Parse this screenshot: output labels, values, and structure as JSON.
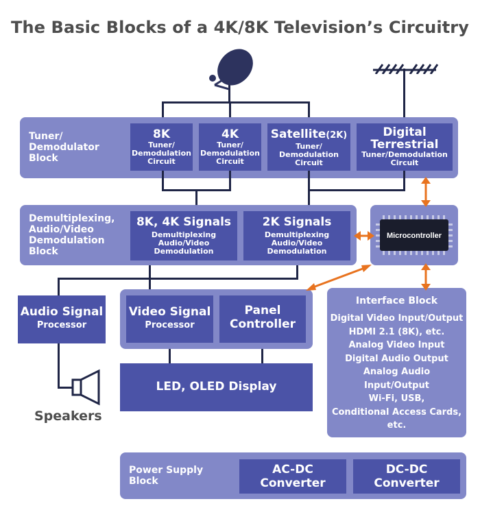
{
  "title": "The Basic Blocks of a 4K/8K Television’s Circuitry",
  "colors": {
    "panel": "#8288c8",
    "box": "#4b53a7",
    "wire": "#1f2546",
    "arrow": "#e8731f",
    "title": "#4d4d4d"
  },
  "icons": {
    "dish": "satellite-dish-icon",
    "antenna": "antenna-icon",
    "speaker": "speaker-icon",
    "chip": "microcontroller-chip-icon"
  },
  "tuner_block": {
    "label": "Tuner/\nDemodulator\nBlock",
    "boxes": [
      {
        "title": "8K",
        "title_suffix": "",
        "sub": "Tuner/\nDemodulation\nCircuit"
      },
      {
        "title": "4K",
        "title_suffix": "",
        "sub": "Tuner/\nDemodulation\nCircuit"
      },
      {
        "title": "Satellite",
        "title_suffix": "(2K)",
        "sub": "Tuner/\nDemodulation\nCircuit"
      },
      {
        "title": "Digital\nTerrestrial",
        "title_suffix": "",
        "sub": "Tuner/Demodulation\nCircuit"
      }
    ]
  },
  "demux_block": {
    "label": "Demultiplexing,\nAudio/Video\nDemodulation\nBlock",
    "boxes": [
      {
        "title": "8K, 4K Signals",
        "sub": "Demultiplexing\nAudio/Video\nDemodulation"
      },
      {
        "title": "2K Signals",
        "sub": "Demultiplexing\nAudio/Video\nDemodulation"
      }
    ]
  },
  "microcontroller": {
    "label": "Microcontroller"
  },
  "audio": {
    "title": "Audio Signal",
    "sub": "Processor"
  },
  "video": {
    "title": "Video Signal",
    "sub": "Processor"
  },
  "panel_controller": {
    "title": "Panel\nController"
  },
  "display": {
    "title": "LED, OLED Display"
  },
  "speakers": {
    "label": "Speakers"
  },
  "interface": {
    "title": "Interface Block",
    "items": [
      "Digital Video Input/Output",
      "HDMI 2.1 (8K), etc.",
      "Analog Video  Input",
      "Digital Audio Output",
      "Analog Audio\nInput/Output",
      "Wi-Fi, USB,",
      "Conditional Access Cards,",
      "etc."
    ]
  },
  "power_block": {
    "label": "Power Supply\nBlock",
    "boxes": [
      {
        "title": "AC-DC\nConverter"
      },
      {
        "title": "DC-DC\nConverter"
      }
    ]
  }
}
